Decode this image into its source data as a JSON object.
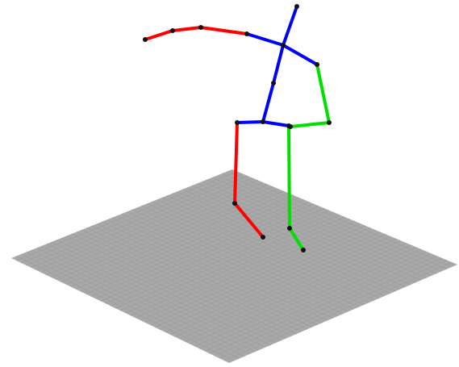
{
  "colors": {
    "background": "#ffffff",
    "floor_fill": "#a9a9a9",
    "floor_grid": "#9a9a9a",
    "joint": "#111111",
    "torso": "#0000ff",
    "right_limb": "#ff0000",
    "left_limb": "#00e000"
  },
  "skeleton": {
    "joints": [
      "head",
      "neck",
      "spine",
      "hip-center",
      "hip-right",
      "knee-right",
      "ankle-right",
      "hip-left",
      "knee-left",
      "ankle-left",
      "shoulder-right",
      "elbow-right",
      "wrist-right",
      "hand-right",
      "shoulder-left",
      "elbow-left",
      "wrist-left"
    ],
    "bones": [
      {
        "name": "head-neck",
        "from": "head",
        "to": "neck",
        "color": "torso"
      },
      {
        "name": "neck-spine",
        "from": "neck",
        "to": "spine",
        "color": "torso"
      },
      {
        "name": "spine-hip-center",
        "from": "spine",
        "to": "hip-center",
        "color": "torso"
      },
      {
        "name": "hip-center-hip-right",
        "from": "hip-center",
        "to": "hip-right",
        "color": "torso"
      },
      {
        "name": "hip-center-hip-left",
        "from": "hip-center",
        "to": "hip-left",
        "color": "torso"
      },
      {
        "name": "neck-shoulder-right",
        "from": "neck",
        "to": "shoulder-right",
        "color": "torso"
      },
      {
        "name": "neck-shoulder-left",
        "from": "neck",
        "to": "shoulder-left",
        "color": "torso"
      },
      {
        "name": "hip-right-knee-right",
        "from": "hip-right",
        "to": "knee-right",
        "color": "right_limb"
      },
      {
        "name": "knee-right-ankle-right",
        "from": "knee-right",
        "to": "ankle-right",
        "color": "right_limb"
      },
      {
        "name": "shoulder-right-elbow-right",
        "from": "shoulder-right",
        "to": "elbow-right",
        "color": "right_limb"
      },
      {
        "name": "elbow-right-wrist-right",
        "from": "elbow-right",
        "to": "wrist-right",
        "color": "right_limb"
      },
      {
        "name": "wrist-right-hand-right",
        "from": "wrist-right",
        "to": "hand-right",
        "color": "right_limb"
      },
      {
        "name": "hip-left-knee-left",
        "from": "hip-left",
        "to": "knee-left",
        "color": "left_limb"
      },
      {
        "name": "knee-left-ankle-left",
        "from": "knee-left",
        "to": "ankle-left",
        "color": "left_limb"
      },
      {
        "name": "shoulder-left-elbow-left",
        "from": "shoulder-left",
        "to": "elbow-left",
        "color": "left_limb"
      },
      {
        "name": "elbow-left-wrist-left",
        "from": "elbow-left",
        "to": "wrist-left",
        "color": "left_limb"
      }
    ]
  }
}
